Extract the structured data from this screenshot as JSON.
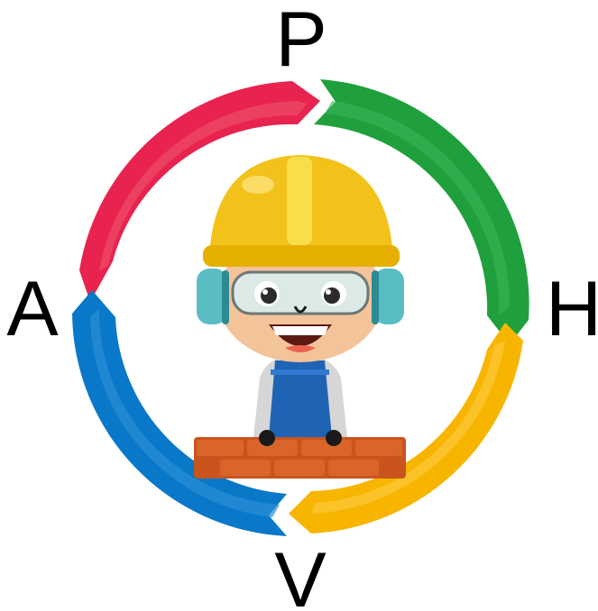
{
  "labels": {
    "top": "P",
    "right": "H",
    "bottom": "V",
    "left": "A"
  },
  "cycle_colors": {
    "plan": "#e8234f",
    "do": "#1fa03c",
    "check": "#f7b500",
    "act": "#0a78c8"
  }
}
